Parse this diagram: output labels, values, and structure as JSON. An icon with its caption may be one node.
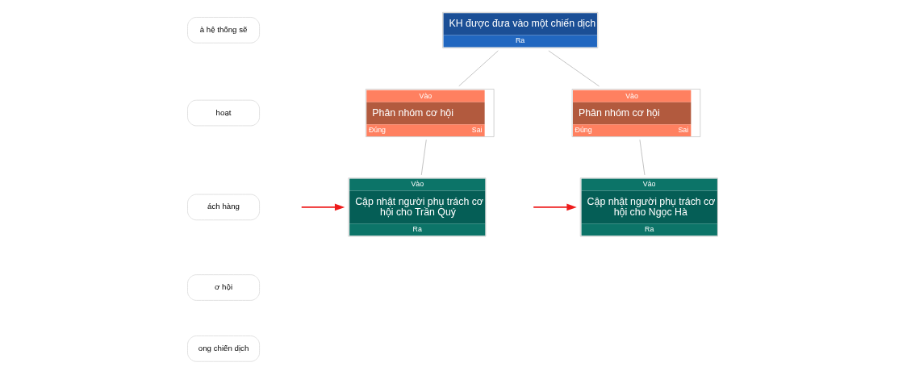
{
  "diagram": {
    "nodes": [
      {
        "text": [
          "KH được đưa vào một chiến dịch",
          "Ra"
        ]
      },
      {
        "text": [
          "Vào",
          "Phân nhóm cơ hội",
          "Đúng",
          "Sai"
        ]
      },
      {
        "text": [
          "Vào",
          "Phân nhóm cơ hội",
          "Đúng",
          "Sai"
        ]
      },
      {
        "text": [
          "Vào",
          "Cập nhật người phụ trách cơ hội cho Trần Quý",
          "Ra"
        ]
      },
      {
        "text": [
          "Vào",
          "Cập nhật người phụ trách cơ hội cho Ngọc Hà",
          "Ra"
        ]
      }
    ],
    "edges": [
      {
        "from": 0,
        "to": 1,
        "arrow": "none"
      },
      {
        "from": 0,
        "to": 2,
        "arrow": "none"
      },
      {
        "from": 1,
        "to": 3,
        "arrow": "none"
      },
      {
        "from": 2,
        "to": 4,
        "arrow": "none"
      },
      {
        "from": null,
        "to": 3,
        "arrow": "to",
        "color": "#ee1c1c"
      },
      {
        "from": null,
        "to": 4,
        "arrow": "to",
        "color": "#ee1c1c"
      }
    ],
    "labels": [
      "à hệ thống sẽ",
      "hoạt",
      "ách hàng",
      "ơ hội",
      "ong chiến dịch"
    ]
  }
}
